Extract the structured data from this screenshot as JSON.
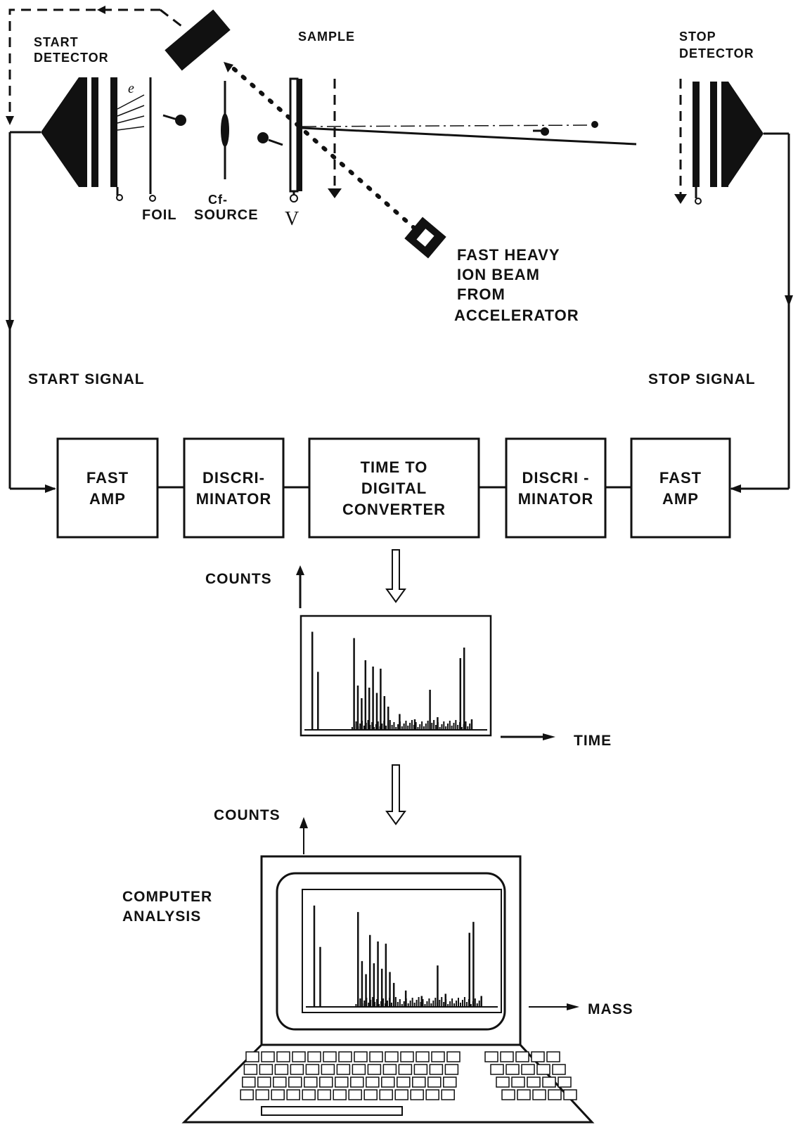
{
  "labels": {
    "start_detector": [
      "START",
      "DETECTOR"
    ],
    "stop_detector": [
      "STOP",
      "DETECTOR"
    ],
    "sample": "SAMPLE",
    "electron": "e",
    "foil": "FOIL",
    "cf_source": [
      "Cf-",
      "SOURCE"
    ],
    "voltage": "V",
    "ion_beam": [
      "FAST HEAVY",
      "ION BEAM",
      "FROM",
      "ACCELERATOR"
    ],
    "start_signal": "START SIGNAL",
    "stop_signal": "STOP SIGNAL",
    "counts_tof": "COUNTS",
    "time": "TIME",
    "counts_mass": "COUNTS",
    "mass": "MASS",
    "computer_analysis": [
      "COMPUTER",
      "ANALYSIS"
    ]
  },
  "blocks": [
    {
      "id": "fast-amp-left",
      "lines": [
        "FAST",
        "AMP"
      ]
    },
    {
      "id": "discriminator-left",
      "lines": [
        "DISCRI-",
        "MINATOR"
      ]
    },
    {
      "id": "tdc",
      "lines": [
        "TIME TO",
        "DIGITAL",
        "CONVERTER"
      ]
    },
    {
      "id": "discriminator-right",
      "lines": [
        "DISCRI -",
        "MINATOR"
      ]
    },
    {
      "id": "fast-amp-right",
      "lines": [
        "FAST",
        "AMP"
      ]
    }
  ],
  "spectrum_peaks": [
    [
      0.06,
      0.93
    ],
    [
      0.09,
      0.55
    ],
    [
      0.28,
      0.87
    ],
    [
      0.3,
      0.42
    ],
    [
      0.32,
      0.3
    ],
    [
      0.34,
      0.66
    ],
    [
      0.36,
      0.4
    ],
    [
      0.38,
      0.6
    ],
    [
      0.4,
      0.35
    ],
    [
      0.42,
      0.58
    ],
    [
      0.44,
      0.32
    ],
    [
      0.46,
      0.22
    ],
    [
      0.52,
      0.15
    ],
    [
      0.6,
      0.1
    ],
    [
      0.68,
      0.38
    ],
    [
      0.72,
      0.12
    ],
    [
      0.84,
      0.68
    ],
    [
      0.86,
      0.78
    ],
    [
      0.9,
      0.1
    ]
  ]
}
